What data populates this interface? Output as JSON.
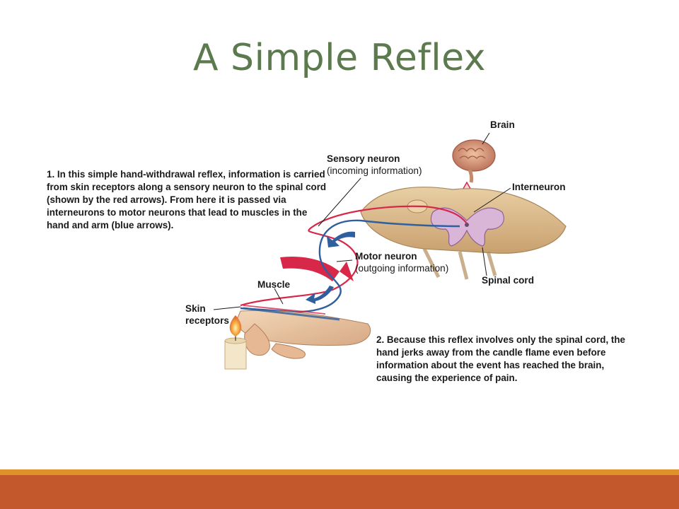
{
  "slide": {
    "title": "A Simple Reflex"
  },
  "captions": {
    "step1": "1. In this simple hand-withdrawal reflex, information is carried from skin receptors along a sensory neuron to the spinal cord (shown by the red arrows). From here it is passed via interneurons to motor neurons that lead to muscles in the hand and arm (blue arrows).",
    "step2": "2. Because this reflex involves only the spinal cord, the hand jerks away from the candle flame even before information about the event has reached the brain, causing the experience of pain."
  },
  "labels": {
    "brain": "Brain",
    "sensory_neuron": "Sensory neuron",
    "sensory_neuron_sub": "(incoming information)",
    "interneuron": "Interneuron",
    "motor_neuron": "Motor neuron",
    "motor_neuron_sub": "(outgoing information)",
    "spinal_cord": "Spinal cord",
    "muscle": "Muscle",
    "skin": "Skin",
    "receptors": "receptors"
  },
  "colors": {
    "title": "#5c7a4e",
    "sensory_path": "#d8284a",
    "motor_path": "#2f5f9e",
    "accent_bar": "#e0922a",
    "footer_bar": "#c3582c"
  }
}
